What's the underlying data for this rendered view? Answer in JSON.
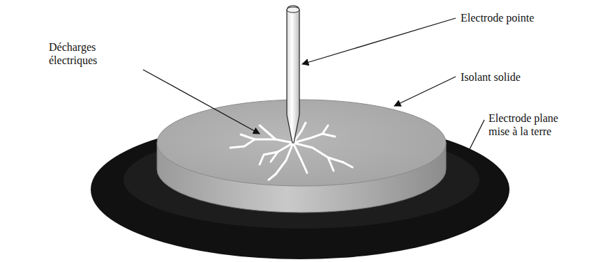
{
  "diagram": {
    "labels": [
      "Décharges électriques",
      "Electrode pointe",
      "Isolant solide",
      "Electrode plane mise à la terre"
    ]
  }
}
